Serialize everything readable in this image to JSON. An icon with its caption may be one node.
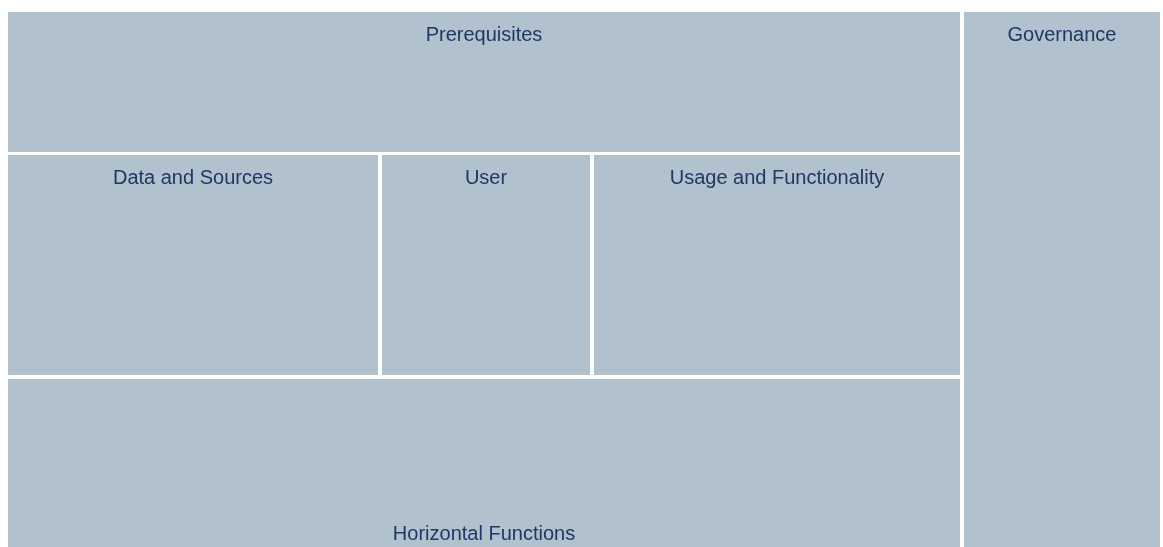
{
  "diagram": {
    "nodes": [
      {
        "text": [
          "Prerequisites"
        ]
      },
      {
        "text": [
          "Governance"
        ]
      },
      {
        "text": [
          "Data and Sources"
        ]
      },
      {
        "text": [
          "User"
        ]
      },
      {
        "text": [
          "Usage and Functionality"
        ]
      },
      {
        "text": [
          "Horizontal Functions"
        ]
      }
    ]
  }
}
